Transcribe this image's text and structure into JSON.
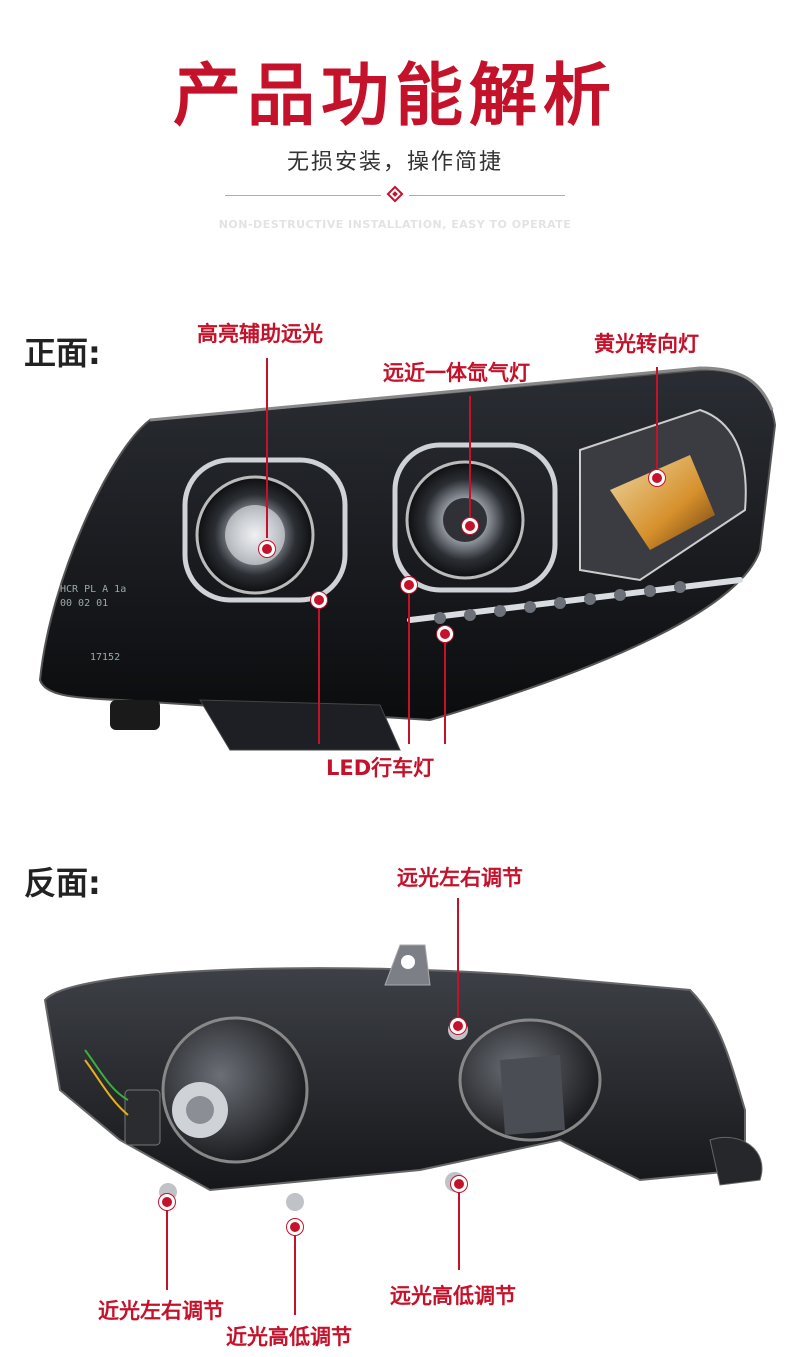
{
  "header": {
    "title": "产品功能解析",
    "subtitle": "无损安装，操作简捷",
    "english": "NON-DESTRUCTIVE INSTALLATION, EASY TO OPERATE"
  },
  "front": {
    "label": "正面:",
    "callouts": {
      "high_aux": "高亮辅助远光",
      "xenon": "远近一体氙气灯",
      "turn": "黄光转向灯",
      "led": "LED行车灯"
    }
  },
  "back": {
    "label": "反面:",
    "callouts": {
      "high_lr": "远光左右调节",
      "low_lr": "近光左右调节",
      "low_hl": "近光高低调节",
      "high_hl": "远光高低调节"
    }
  },
  "colors": {
    "accent": "#c4122b"
  }
}
